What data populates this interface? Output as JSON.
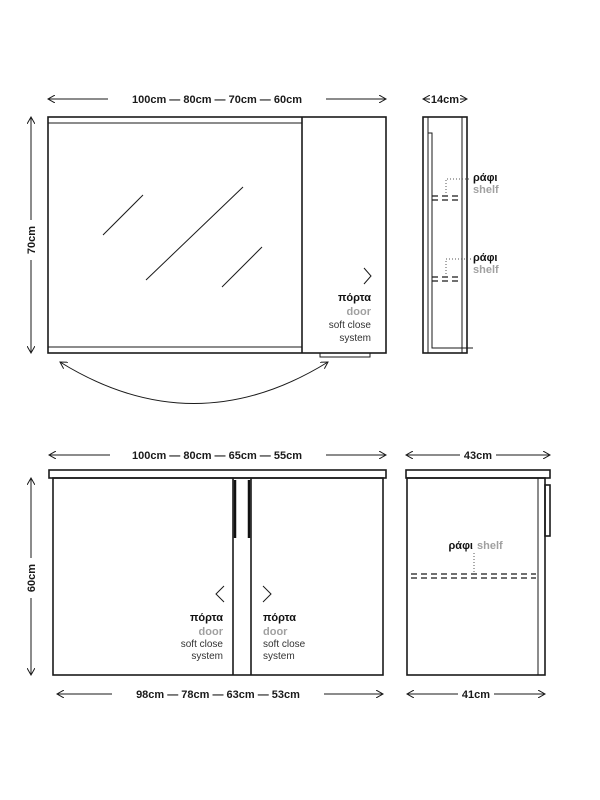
{
  "mirror_cabinet": {
    "width_label": "100cm — 80cm — 70cm — 60cm",
    "height_label": "70cm",
    "depth_label": "14cm",
    "door": {
      "greek": "πόρτα",
      "english": "door",
      "feature_1": "soft close",
      "feature_2": "system"
    },
    "shelves": [
      {
        "greek": "ράφι",
        "english": "shelf"
      },
      {
        "greek": "ράφι",
        "english": "shelf"
      }
    ]
  },
  "base_cabinet": {
    "top_width_label": "100cm — 80cm — 65cm — 55cm",
    "bottom_width_label": "98cm — 78cm — 63cm — 53cm",
    "height_label": "60cm",
    "top_depth_label": "43cm",
    "bottom_depth_label": "41cm",
    "doors": [
      {
        "greek": "πόρτα",
        "english": "door",
        "feature_1": "soft close",
        "feature_2": "system"
      },
      {
        "greek": "πόρτα",
        "english": "door",
        "feature_1": "soft close",
        "feature_2": "system"
      }
    ],
    "shelf": {
      "greek": "ράφι",
      "english": "shelf"
    }
  }
}
